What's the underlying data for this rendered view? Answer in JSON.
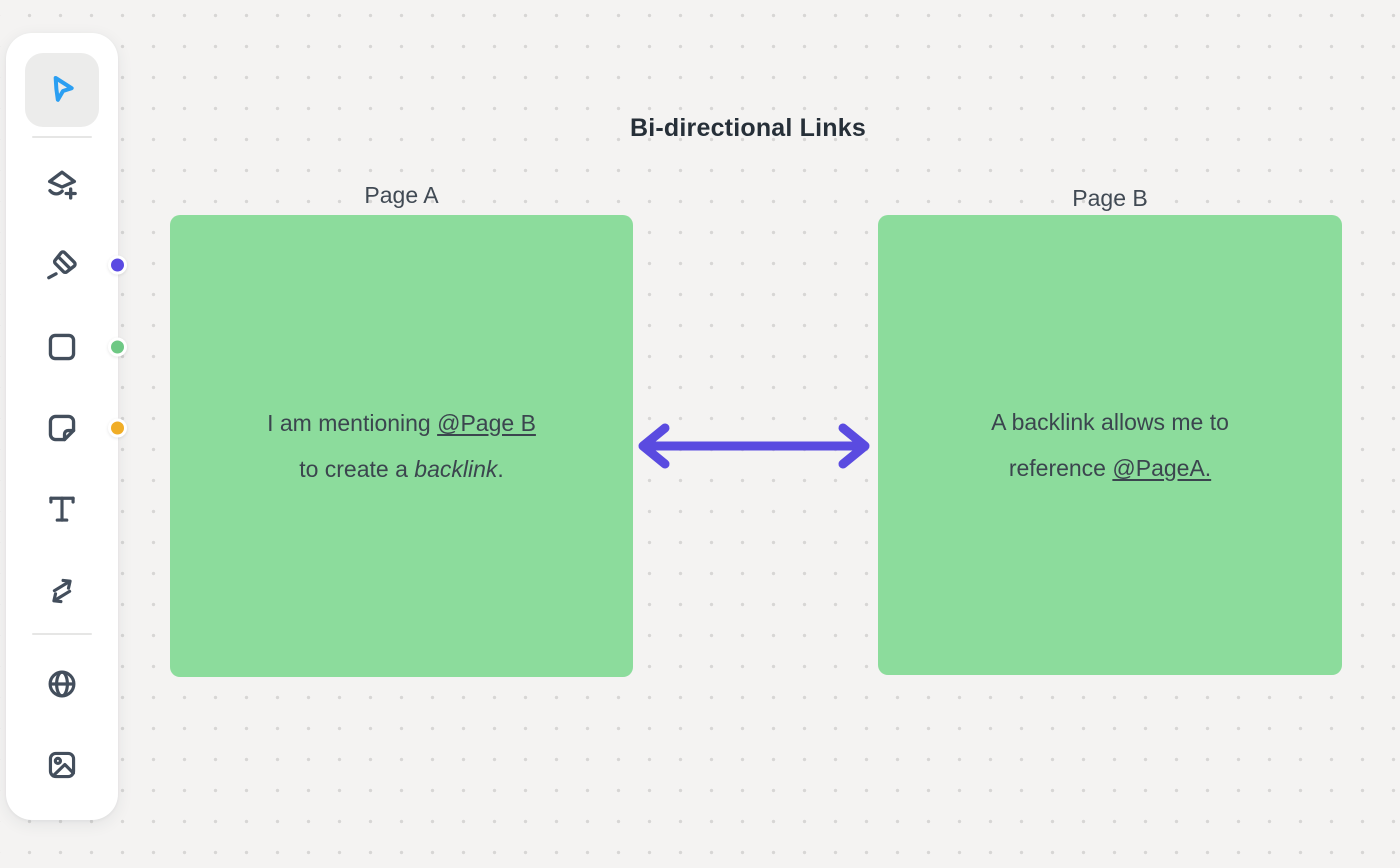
{
  "board": {
    "title": "Bi-directional Links"
  },
  "toolbar": {
    "tools": [
      {
        "name": "select",
        "active": true
      },
      {
        "name": "shapes-add",
        "active": false
      },
      {
        "name": "highlighter",
        "active": false,
        "badge": "purple"
      },
      {
        "name": "rectangle",
        "active": false,
        "badge": "green"
      },
      {
        "name": "sticky-note",
        "active": false,
        "badge": "yellow"
      },
      {
        "name": "text",
        "active": false
      },
      {
        "name": "connector",
        "active": false
      },
      {
        "name": "web",
        "active": false
      },
      {
        "name": "image",
        "active": false
      }
    ],
    "icons": {
      "select": "cursor-icon",
      "shapes_add": "shapes-plus-icon",
      "highlighter": "highlighter-icon",
      "rectangle": "rectangle-icon",
      "sticky_note": "sticky-note-icon",
      "text": "text-icon",
      "connector": "connector-arrows-icon",
      "web": "globe-icon",
      "image": "image-icon"
    }
  },
  "boxes": [
    {
      "label": "Page A",
      "lines": [
        {
          "segments": [
            {
              "text": "I am mentioning "
            },
            {
              "text": "@Page B",
              "style": "underline"
            }
          ]
        },
        {
          "segments": [
            {
              "text": "to create a "
            },
            {
              "text": "backlink",
              "style": "italic"
            },
            {
              "text": "."
            }
          ]
        }
      ]
    },
    {
      "label": "Page B",
      "lines": [
        {
          "segments": [
            {
              "text": "A backlink allows me to"
            }
          ]
        },
        {
          "segments": [
            {
              "text": "reference "
            },
            {
              "text": "@PageA.",
              "style": "underline"
            }
          ]
        }
      ]
    }
  ],
  "colors": {
    "accent_blue": "#2b9ff2",
    "note_green": "#8cdc9c",
    "arrow_purple": "#5a4be0",
    "badge_purple": "#5a4ae2",
    "badge_green": "#6ec884",
    "badge_yellow": "#f0ad26",
    "icon_slate": "#434e5c"
  }
}
